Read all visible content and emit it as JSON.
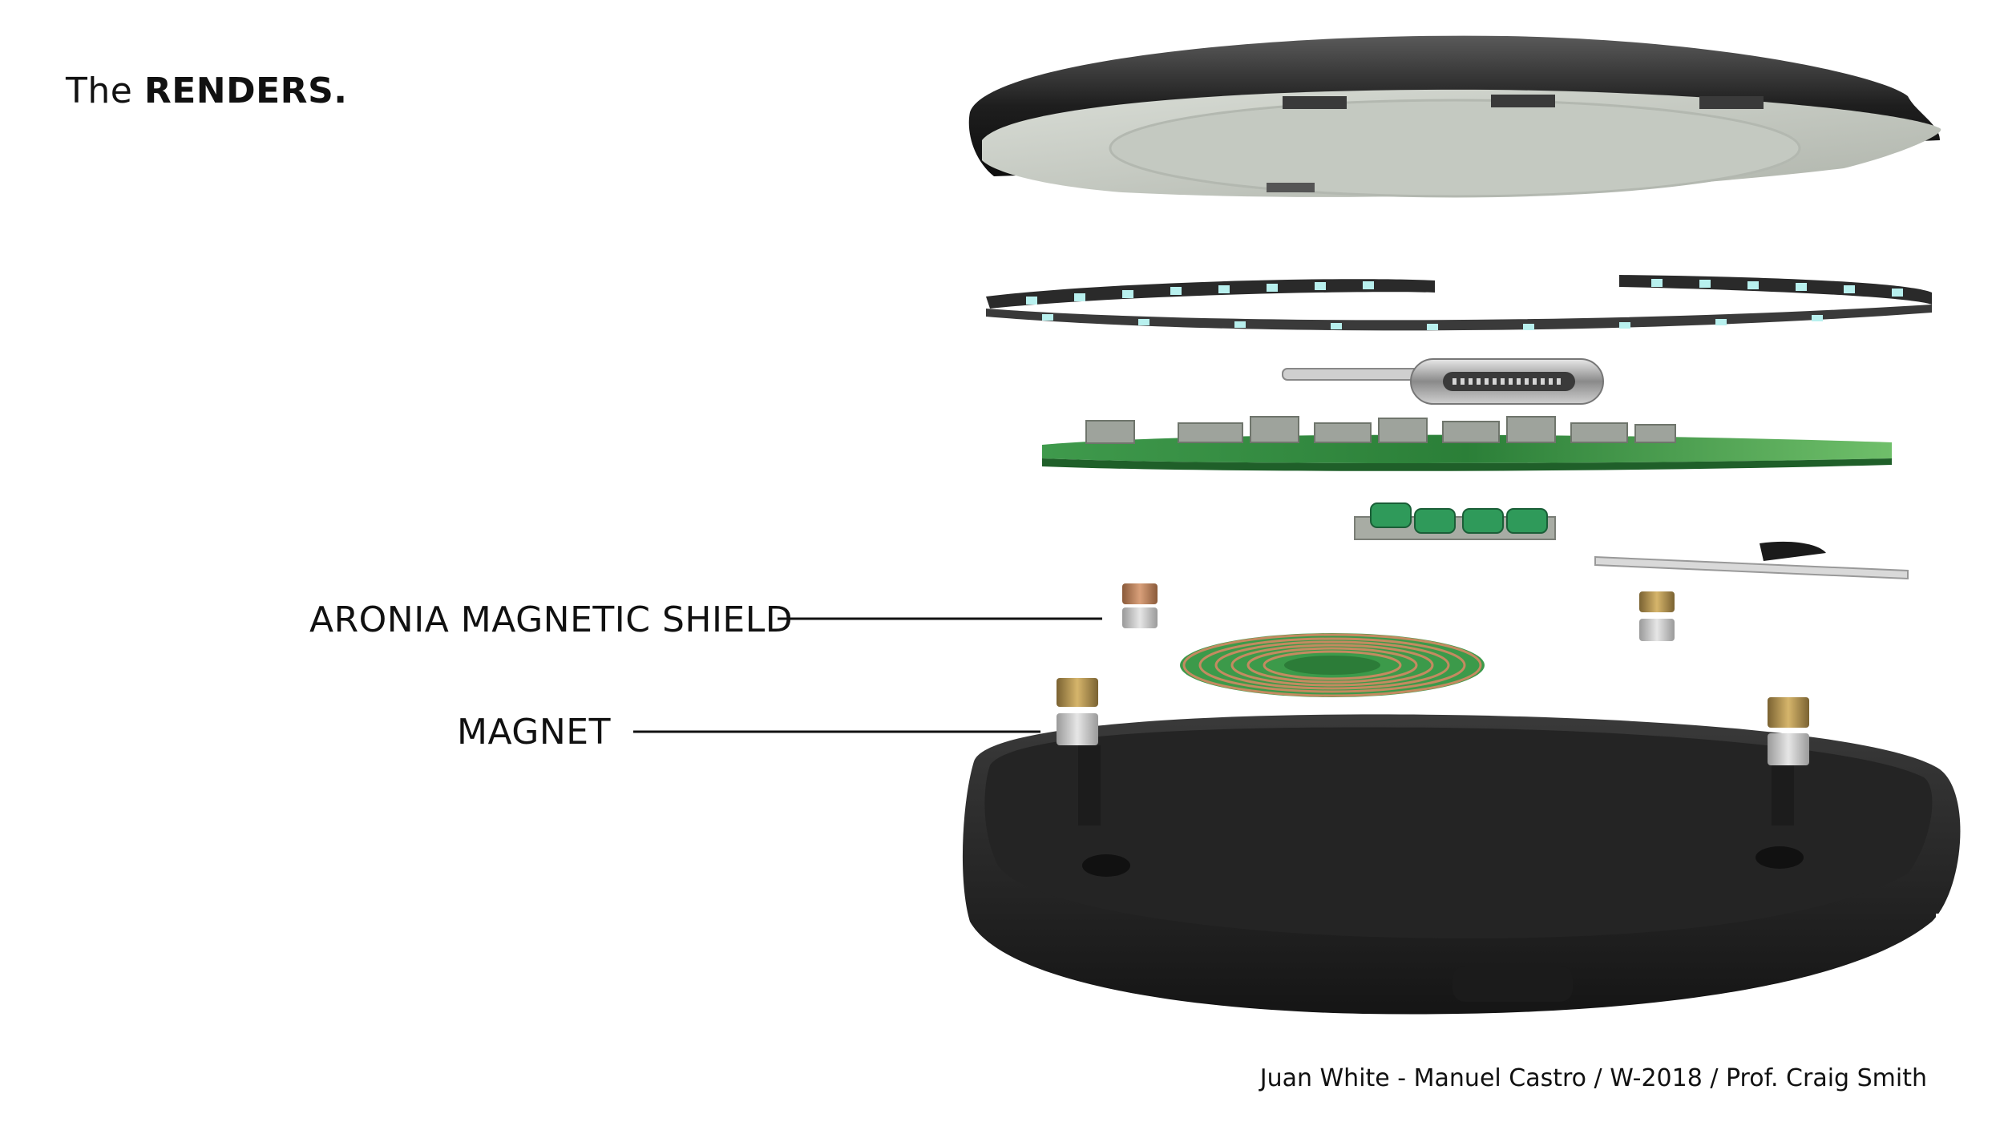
{
  "title": {
    "prefix": "The",
    "emphasis": "RENDERS."
  },
  "callouts": [
    {
      "label": "ARONIA MAGNETIC SHIELD"
    },
    {
      "label": "MAGNET"
    }
  ],
  "credits": "Juan White - Manuel Castro / W-2018 / Prof. Craig Smith",
  "colors": {
    "background": "#ffffff",
    "text": "#111111",
    "case_black": "#2a2a2a",
    "pcb_green": "#2e8b3e",
    "copper": "#c9894f",
    "top_plate": "#c8ccc4"
  }
}
